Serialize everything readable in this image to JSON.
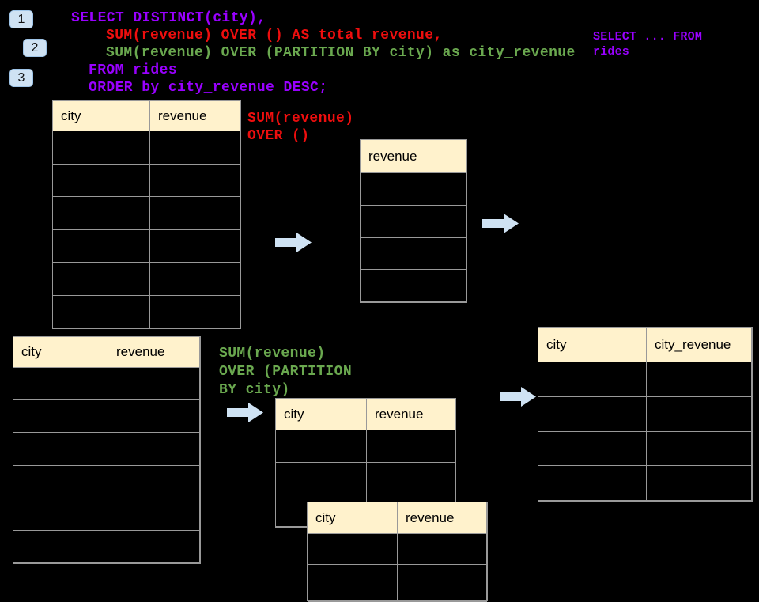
{
  "badges": [
    {
      "label": "1"
    },
    {
      "label": "2"
    },
    {
      "label": "3"
    }
  ],
  "sql_code": {
    "line1": "SELECT DISTINCT(city),",
    "line2": "SUM(revenue) OVER () AS total_revenue,",
    "line3": "SUM(revenue) OVER (PARTITION BY city) as city_revenue",
    "line4": "FROM rides",
    "line5": "ORDER by city_revenue DESC;"
  },
  "side_note": {
    "line1": "SELECT ... FROM",
    "line2": "rides"
  },
  "annotations": {
    "total_revenue": {
      "line1": "SUM(revenue)",
      "line2": "OVER ()"
    },
    "partition": {
      "line1": "SUM(revenue)",
      "line2": "OVER (PARTITION",
      "line3": "BY city)"
    }
  },
  "tables": {
    "rides_top": {
      "headers": [
        "city",
        "revenue"
      ],
      "empty_rows": 6
    },
    "total_revenue": {
      "headers": [
        "revenue"
      ],
      "empty_rows": 4
    },
    "rides_bottom": {
      "headers": [
        "city",
        "revenue"
      ],
      "empty_rows": 6
    },
    "partition_a": {
      "headers": [
        "city",
        "revenue"
      ],
      "empty_rows": 3
    },
    "partition_b": {
      "headers": [
        "city",
        "revenue"
      ],
      "empty_rows": 2
    },
    "result": {
      "headers": [
        "city",
        "city_revenue"
      ],
      "empty_rows": 4
    }
  },
  "colors": {
    "background": "#000000",
    "code_purple": "#9900FF",
    "code_red": "#EE0E0E",
    "code_green": "#6AA84F",
    "table_header_bg": "#FFF2CC",
    "table_border": "#999999",
    "arrow_fill": "#CFE2F3",
    "badge_bg": "#CFE2F3"
  }
}
